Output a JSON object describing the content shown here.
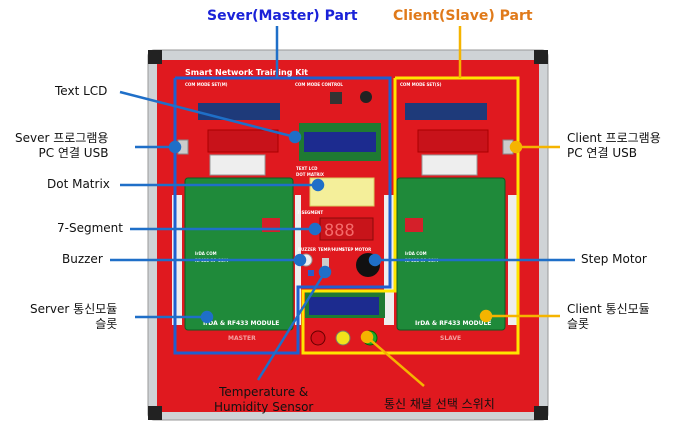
{
  "titles": {
    "master": "Sever(Master) Part",
    "client": "Client(Slave) Part"
  },
  "labels": {
    "text_lcd": "Text LCD",
    "sever_usb_line1": "Sever 프로그램용",
    "sever_usb_line2": "PC 연결 USB",
    "dot_matrix": "Dot Matrix",
    "seven_segment": "7-Segment",
    "buzzer": "Buzzer",
    "server_slot_line1": "Server 통신모듈",
    "server_slot_line2": "슬롯",
    "temp_line1": "Temperature &",
    "temp_line2": "Humidity Sensor",
    "channel_switch": "통신 채널 선택 스위치",
    "step_motor": "Step Motor",
    "client_usb_line1": "Client 프로그램용",
    "client_usb_line2": "PC 연결 USB",
    "client_slot_line1": "Client 통신모듈",
    "client_slot_line2": "슬롯"
  },
  "board": {
    "title": "Smart Network Training Kit",
    "com_mode_left": "COM MODE SET(M)",
    "com_mode_control": "COM MODE CONTROL",
    "com_mode_right": "COM MODE SET(S)",
    "text_lcd": "TEXT LCD",
    "dot_matrix": "DOT MATRIX",
    "seven_segment": "7-SEGMENT",
    "buzzer": "BUZZER",
    "temp_humi": "TEMP/HUMI",
    "step_motor": "STEP MOTOR",
    "module_label": "IrDA & RF433 MODULE",
    "irda_com": "IrDA COM",
    "rf_com": "RF433 RF COM",
    "master": "MASTER",
    "slave": "SLAVE"
  },
  "colors": {
    "master": "#1a22d8",
    "client": "#e07a1a",
    "master_line": "#1f6fc8",
    "client_line": "#f5b400",
    "panel": "#e0191f"
  }
}
